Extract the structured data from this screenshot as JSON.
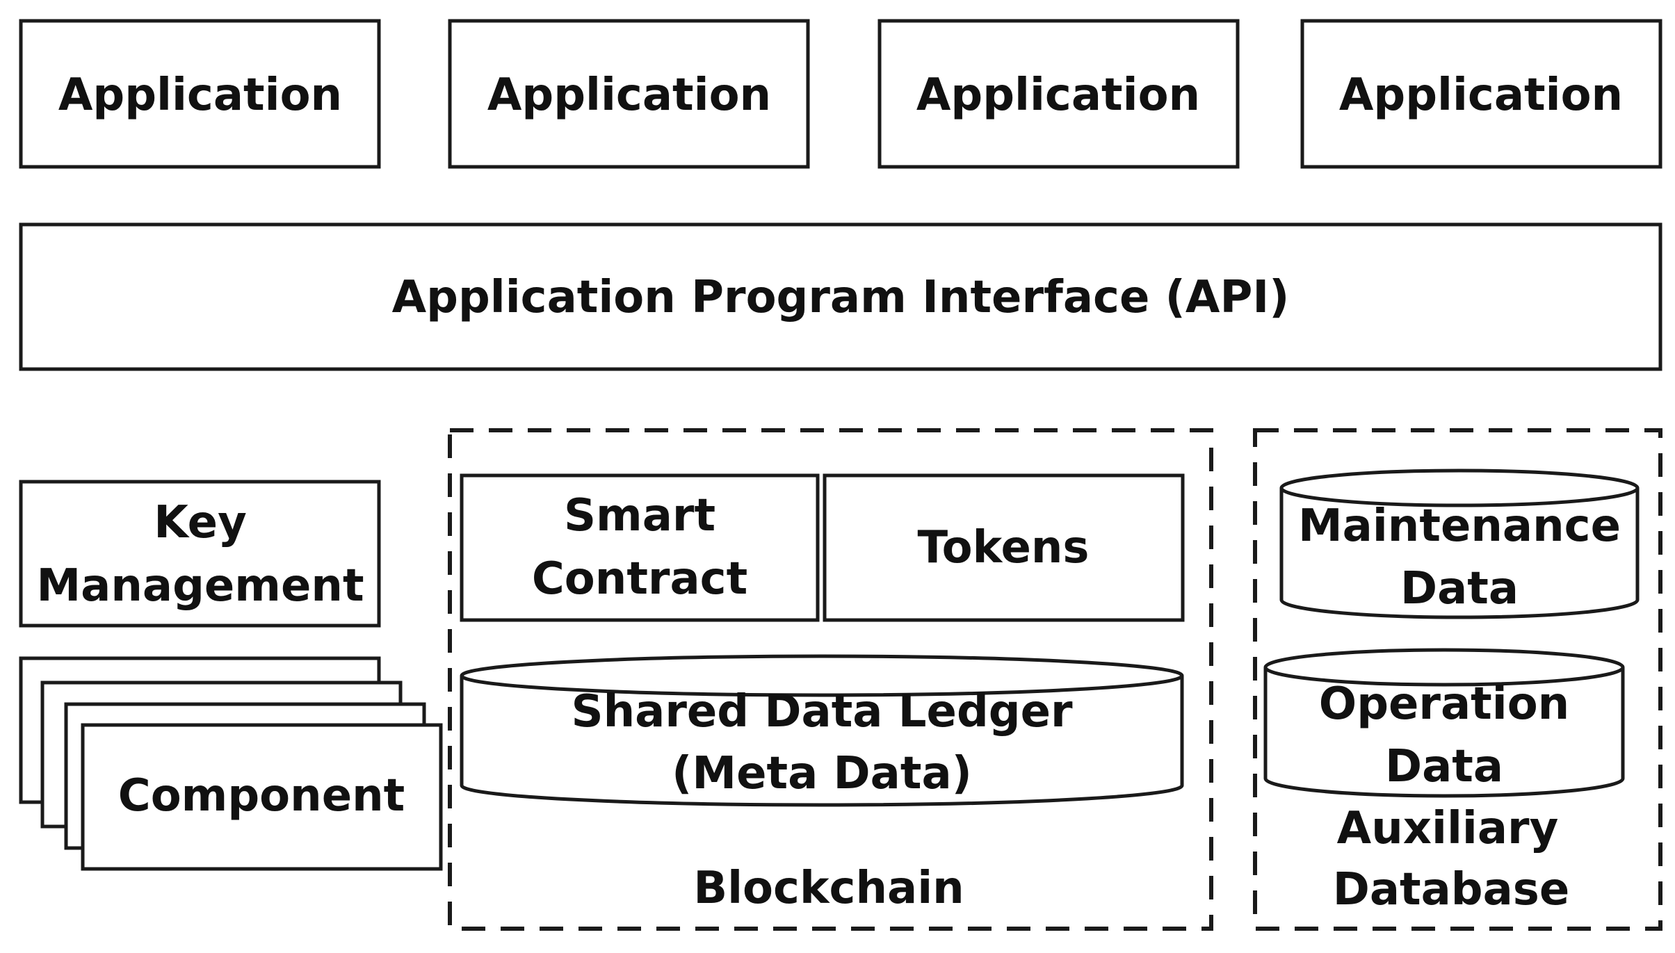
{
  "applications": [
    "Application",
    "Application",
    "Application",
    "Application"
  ],
  "api": {
    "label": "Application Program Interface (API)"
  },
  "key_management": {
    "line1": "Key",
    "line2": "Management"
  },
  "component": {
    "label": "Component"
  },
  "blockchain": {
    "label": "Blockchain",
    "smart_contract": {
      "line1": "Smart",
      "line2": "Contract"
    },
    "tokens": {
      "label": "Tokens"
    },
    "ledger": {
      "line1": "Shared Data Ledger",
      "line2": "(Meta Data)"
    }
  },
  "auxiliary_database": {
    "line1": "Auxiliary",
    "line2": "Database",
    "maintenance": {
      "line1": "Maintenance",
      "line2": "Data"
    },
    "operation": {
      "line1": "Operation",
      "line2": "Data"
    }
  }
}
